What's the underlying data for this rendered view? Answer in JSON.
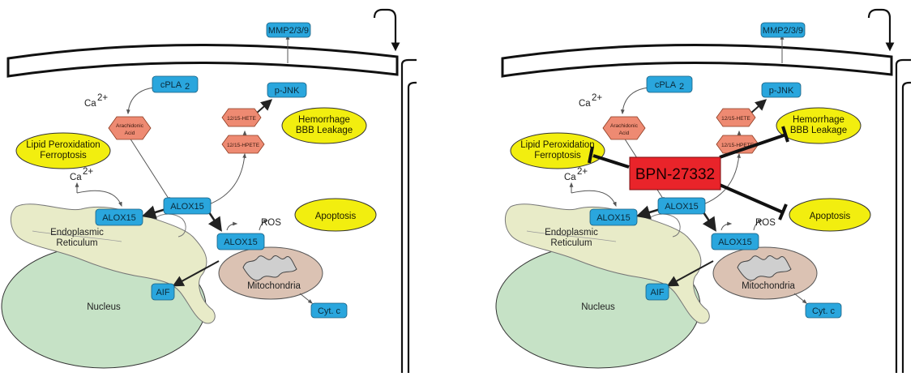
{
  "panels": [
    {
      "id": "left",
      "labels": {
        "mmp": "MMP2/3/9",
        "cpla2": "cPLA",
        "cpla2_sub": "2",
        "pjnk": "p-JNK",
        "ca_top": "Ca",
        "ca_top_sup": "2+",
        "arachidonic_1": "Arachidonic",
        "arachidonic_2": "Acid",
        "hete": "12/15-HETE",
        "hpete": "12/15-HPETE",
        "hemorrhage_1": "Hemorrhage",
        "hemorrhage_2": "BBB Leakage",
        "lipid_1": "Lipid Peroxidation",
        "lipid_2": "Ferroptosis",
        "ca_er": "Ca",
        "ca_er_sup": "2+",
        "alox15_center": "ALOX15",
        "alox15_er": "ALOX15",
        "alox15_mito": "ALOX15",
        "ros": "ROS",
        "apoptosis": "Apoptosis",
        "er_1": "Endoplasmic",
        "er_2": "Reticulum",
        "nucleus": "Nucleus",
        "aif": "AIF",
        "mito": "Mitochondria",
        "cytc": "Cyt. c"
      }
    },
    {
      "id": "right",
      "labels": {
        "mmp": "MMP2/3/9",
        "cpla2": "cPLA",
        "cpla2_sub": "2",
        "pjnk": "p-JNK",
        "ca_top": "Ca",
        "ca_top_sup": "2+",
        "arachidonic_1": "Arachidonic",
        "arachidonic_2": "Acid",
        "hete": "12/15-HETE",
        "hpete": "12/15-HPETE",
        "hemorrhage_1": "Hemorrhage",
        "hemorrhage_2": "BBB Leakage",
        "lipid_1": "Lipid Peroxidation",
        "lipid_2": "Ferroptosis",
        "ca_er": "Ca",
        "ca_er_sup": "2+",
        "alox15_center": "ALOX15",
        "alox15_er": "ALOX15",
        "alox15_mito": "ALOX15",
        "ros": "ROS",
        "apoptosis": "Apoptosis",
        "er_1": "Endoplasmic",
        "er_2": "Reticulum",
        "nucleus": "Nucleus",
        "aif": "AIF",
        "mito": "Mitochondria",
        "cytc": "Cyt. c"
      },
      "inhibitor": "BPN-27332"
    }
  ],
  "colors": {
    "protein_box": "#2aa6dd",
    "lipid_hexagon": "#ee8a72",
    "outcome_ellipse": "#f2ee0f",
    "nucleus": "#c6e2c6",
    "er": "#e8ebc8",
    "mitochondria": "#dbc2b3",
    "inhibitor_box": "#e9242a"
  }
}
